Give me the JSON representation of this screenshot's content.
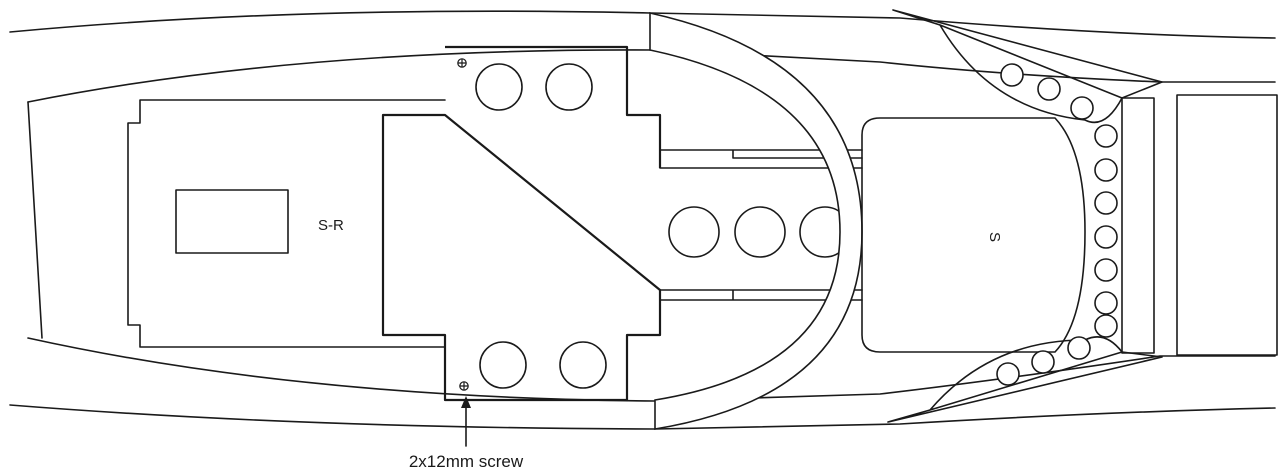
{
  "labels": {
    "left_section": "S-R",
    "right_section": "S",
    "callout": "2x12mm screw"
  }
}
